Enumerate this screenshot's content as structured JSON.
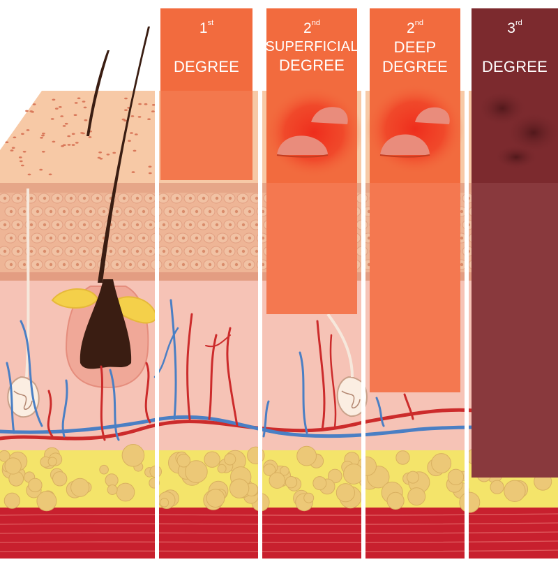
{
  "diagram": {
    "columns": [
      {
        "id": "first",
        "ordinal_num": "1",
        "ordinal_suffix": "st",
        "line1": "DEGREE",
        "line2": ""
      },
      {
        "id": "second-superficial",
        "ordinal_num": "2",
        "ordinal_suffix": "nd",
        "line1": "SUPERFICIAL",
        "line2": "DEGREE"
      },
      {
        "id": "second-deep",
        "ordinal_num": "2",
        "ordinal_suffix": "nd",
        "line1": "DEEP",
        "line2": "DEGREE"
      },
      {
        "id": "third",
        "ordinal_num": "3",
        "ordinal_suffix": "rd",
        "line1": "DEGREE",
        "line2": ""
      }
    ],
    "colors": {
      "epidermis_surface": "#f7c9a6",
      "epidermis_cells": "#eeb596",
      "dermis": "#f6c3b6",
      "fat": "#f4e46a",
      "fat_lobule": "#ecc877",
      "muscle": "#c8202e",
      "burn_orange": "#f26b3e",
      "burn_blister": "#ee2a1b",
      "burn_third": "#7c2a2e",
      "vein": "#4a7fc4",
      "artery": "#cc2b2b",
      "hair": "#3a1d12",
      "gland": "#f4d04a"
    }
  }
}
